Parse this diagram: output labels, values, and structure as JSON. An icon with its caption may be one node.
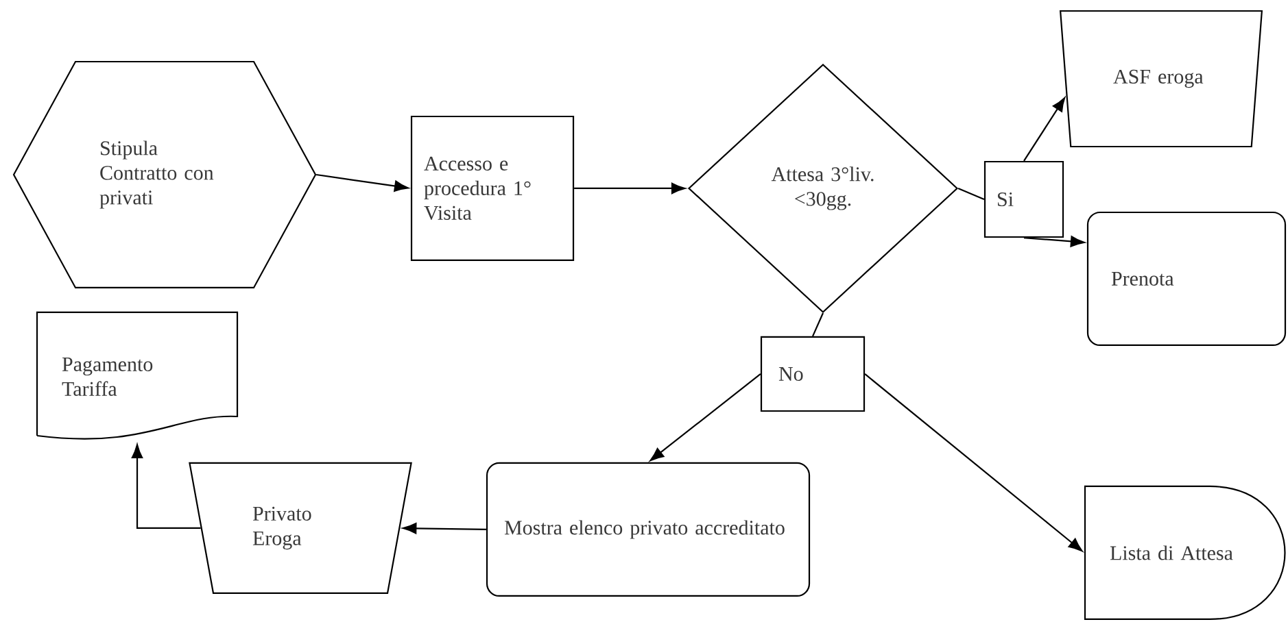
{
  "diagram": {
    "nodes": [
      {
        "text": [
          "Stipula Contratto con privati"
        ]
      },
      {
        "text": [
          "Accesso e procedura 1° Visita"
        ]
      },
      {
        "text": [
          "Attesa 3°liv. <30gg."
        ]
      },
      {
        "text": [
          "ASF eroga"
        ]
      },
      {
        "text": [
          "Si"
        ]
      },
      {
        "text": [
          "Prenota"
        ]
      },
      {
        "text": [
          "Pagamento Tariffa"
        ]
      },
      {
        "text": [
          "No"
        ]
      },
      {
        "text": [
          "Privato Eroga"
        ]
      },
      {
        "text": [
          "Mostra elenco privato accreditato"
        ]
      },
      {
        "text": [
          "Lista di Attesa"
        ]
      }
    ],
    "edges": [
      {
        "from": 0,
        "to": 1,
        "arrow": "to"
      },
      {
        "from": 1,
        "to": 2,
        "arrow": "to"
      },
      {
        "from": 2,
        "to": 4,
        "arrow": "none"
      },
      {
        "from": 4,
        "to": 3,
        "arrow": "to"
      },
      {
        "from": 4,
        "to": 5,
        "arrow": "to"
      },
      {
        "from": 2,
        "to": 7,
        "arrow": "none"
      },
      {
        "from": 7,
        "to": 9,
        "arrow": "to"
      },
      {
        "from": 7,
        "to": 10,
        "arrow": "to"
      },
      {
        "from": 9,
        "to": 8,
        "arrow": "to"
      },
      {
        "from": 8,
        "to": 6,
        "arrow": "to"
      }
    ]
  }
}
